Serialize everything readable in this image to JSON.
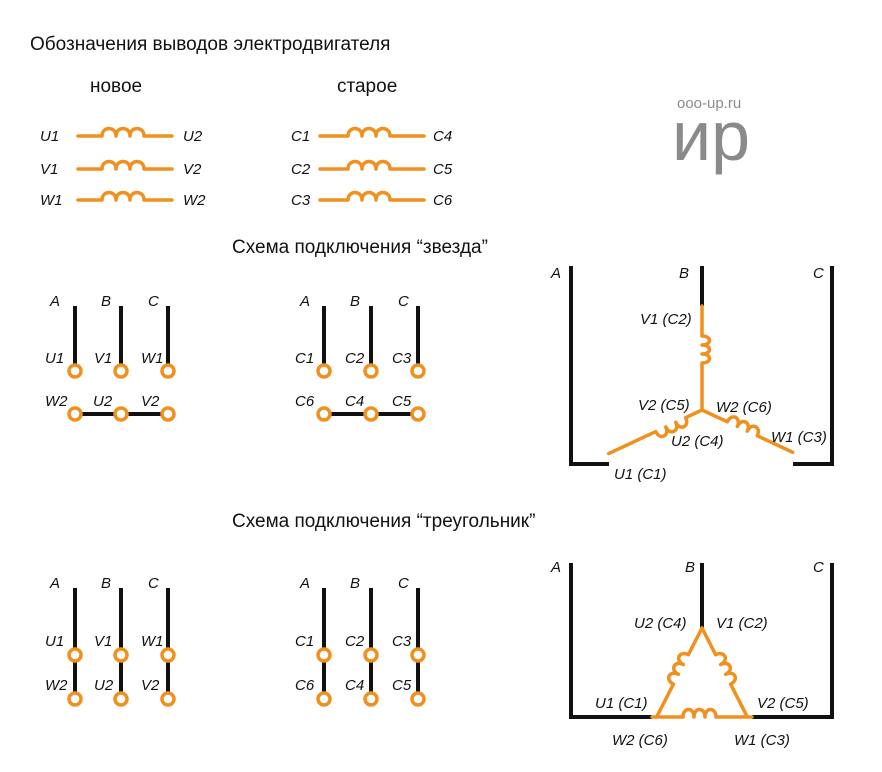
{
  "header": {
    "title": "Обозначения выводов электродвигателя",
    "new_label": "новое",
    "old_label": "старое",
    "site": "ooo-up.ru",
    "logo": "ир"
  },
  "windings_new": [
    [
      "U1",
      "U2"
    ],
    [
      "V1",
      "V2"
    ],
    [
      "W1",
      "W2"
    ]
  ],
  "windings_old": [
    [
      "C1",
      "C4"
    ],
    [
      "C2",
      "C5"
    ],
    [
      "C3",
      "C6"
    ]
  ],
  "star": {
    "title": "Схема подключения “звезда”",
    "phases": [
      "A",
      "B",
      "C"
    ],
    "new": {
      "top": [
        "U1",
        "V1",
        "W1"
      ],
      "bottom": [
        "W2",
        "U2",
        "V2"
      ]
    },
    "old": {
      "top": [
        "C1",
        "C2",
        "C3"
      ],
      "bottom": [
        "C6",
        "C4",
        "C5"
      ]
    },
    "diagram": {
      "phases": [
        "A",
        "B",
        "C"
      ],
      "labels": [
        "V1 (C2)",
        "V2 (C5)",
        "W2 (C6)",
        "U2 (C4)",
        "W1 (C3)",
        "U1 (C1)"
      ]
    }
  },
  "delta": {
    "title": "Схема подключения “треугольник”",
    "phases": [
      "A",
      "B",
      "C"
    ],
    "new": {
      "top": [
        "U1",
        "V1",
        "W1"
      ],
      "bottom": [
        "W2",
        "U2",
        "V2"
      ]
    },
    "old": {
      "top": [
        "C1",
        "C2",
        "C3"
      ],
      "bottom": [
        "C6",
        "C4",
        "C5"
      ]
    },
    "diagram": {
      "phases": [
        "A",
        "B",
        "C"
      ],
      "labels": [
        "U2 (C4)",
        "V1 (C2)",
        "U1 (C1)",
        "V2 (C5)",
        "W2 (C6)",
        "W1 (C3)"
      ]
    }
  },
  "colors": {
    "winding": "#f0901e",
    "wire": "#111111",
    "logo": "#8a8a8a"
  }
}
